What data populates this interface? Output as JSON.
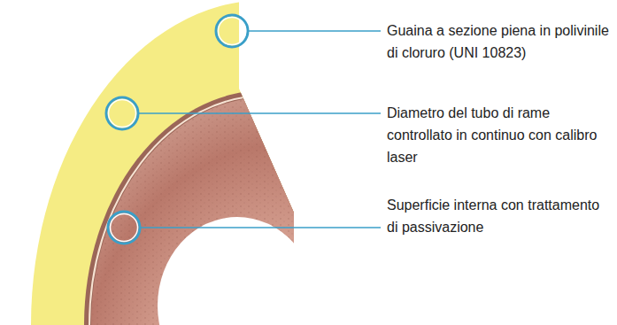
{
  "diagram": {
    "labels": [
      "Guaina a sezione piena in polivinile di cloruro (UNI 10823)",
      "Diametro del tubo di rame controllato in continuo con calibro laser",
      "Superficie interna con trattamento di passivazione"
    ]
  }
}
